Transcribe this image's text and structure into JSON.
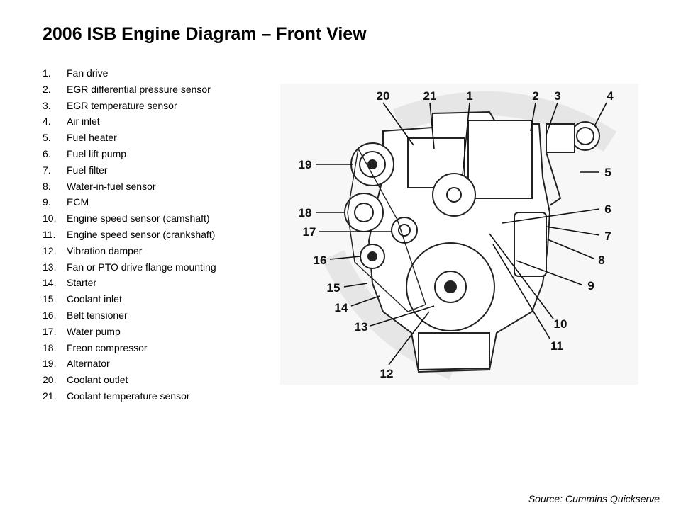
{
  "title": "2006 ISB Engine Diagram – Front View",
  "parts": [
    {
      "num": "1.",
      "label": "Fan drive"
    },
    {
      "num": "2.",
      "label": "EGR differential pressure sensor"
    },
    {
      "num": "3.",
      "label": "EGR temperature sensor"
    },
    {
      "num": "4.",
      "label": "Air inlet"
    },
    {
      "num": "5.",
      "label": "Fuel heater"
    },
    {
      "num": "6.",
      "label": "Fuel lift pump"
    },
    {
      "num": "7.",
      "label": "Fuel filter"
    },
    {
      "num": "8.",
      "label": "Water-in-fuel sensor"
    },
    {
      "num": "9.",
      "label": "ECM"
    },
    {
      "num": "10.",
      "label": "Engine speed sensor (camshaft)"
    },
    {
      "num": "11.",
      "label": "Engine speed sensor (crankshaft)"
    },
    {
      "num": "12.",
      "label": "Vibration damper"
    },
    {
      "num": "13.",
      "label": "Fan or PTO drive flange mounting"
    },
    {
      "num": "14.",
      "label": "Starter"
    },
    {
      "num": "15.",
      "label": "Coolant inlet"
    },
    {
      "num": "16.",
      "label": "Belt tensioner"
    },
    {
      "num": "17.",
      "label": "Water pump"
    },
    {
      "num": "18.",
      "label": "Freon compressor"
    },
    {
      "num": "19.",
      "label": "Alternator"
    },
    {
      "num": "20.",
      "label": "Coolant outlet"
    },
    {
      "num": "21.",
      "label": "Coolant temperature sensor"
    }
  ],
  "callouts": [
    "20",
    "21",
    "1",
    "2",
    "3",
    "4",
    "19",
    "5",
    "18",
    "6",
    "17",
    "7",
    "16",
    "8",
    "15",
    "9",
    "14",
    "13",
    "10",
    "11",
    "12"
  ],
  "source": "Source: Cummins Quickserve"
}
